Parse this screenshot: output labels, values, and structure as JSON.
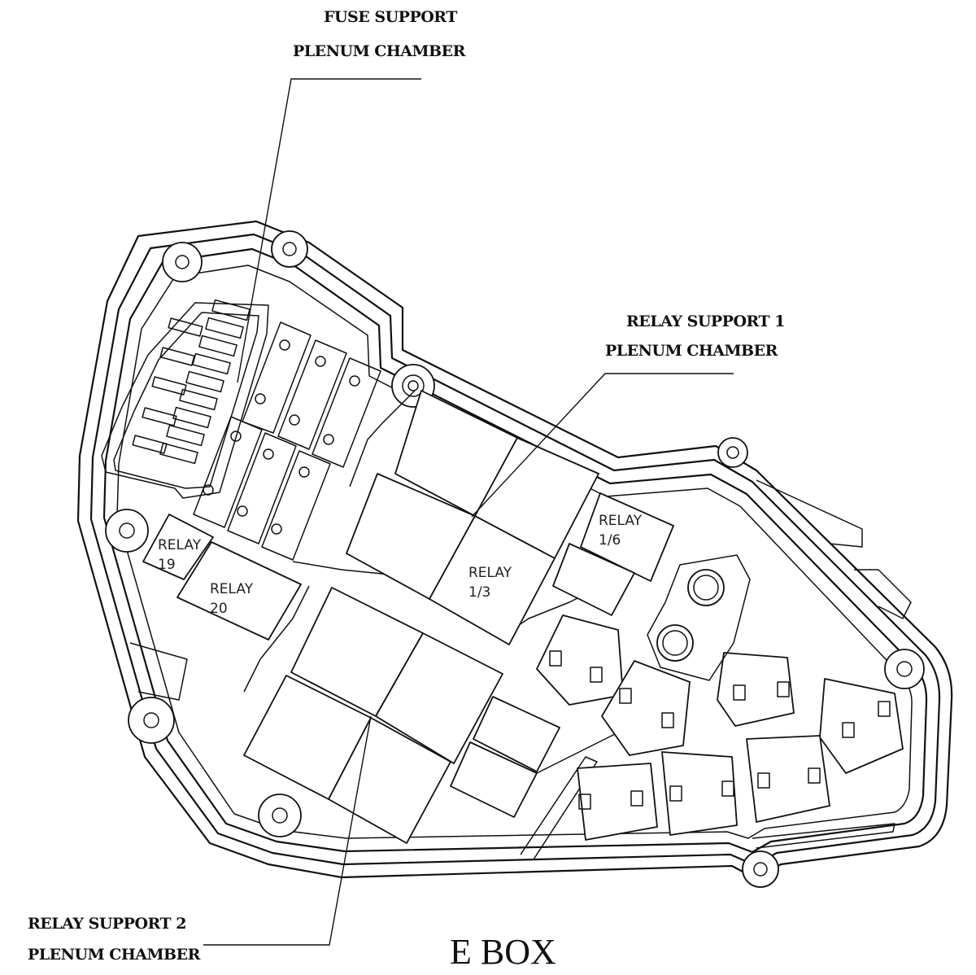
{
  "title": "E BOX",
  "callouts": {
    "fuse_support": {
      "line1": "FUSE SUPPORT",
      "line2": "PLENUM CHAMBER"
    },
    "relay_support_1": {
      "line1": "RELAY SUPPORT 1",
      "line2": "PLENUM CHAMBER"
    },
    "relay_support_2": {
      "line1": "RELAY SUPPORT 2",
      "line2": "PLENUM CHAMBER"
    }
  },
  "relays": {
    "relay_19": {
      "line1": "RELAY",
      "line2": "19"
    },
    "relay_20": {
      "line1": "RELAY",
      "line2": "20"
    },
    "relay_1_3": {
      "line1": "RELAY",
      "line2": "1/3"
    },
    "relay_1_6": {
      "line1": "RELAY",
      "line2": "1/6"
    }
  }
}
